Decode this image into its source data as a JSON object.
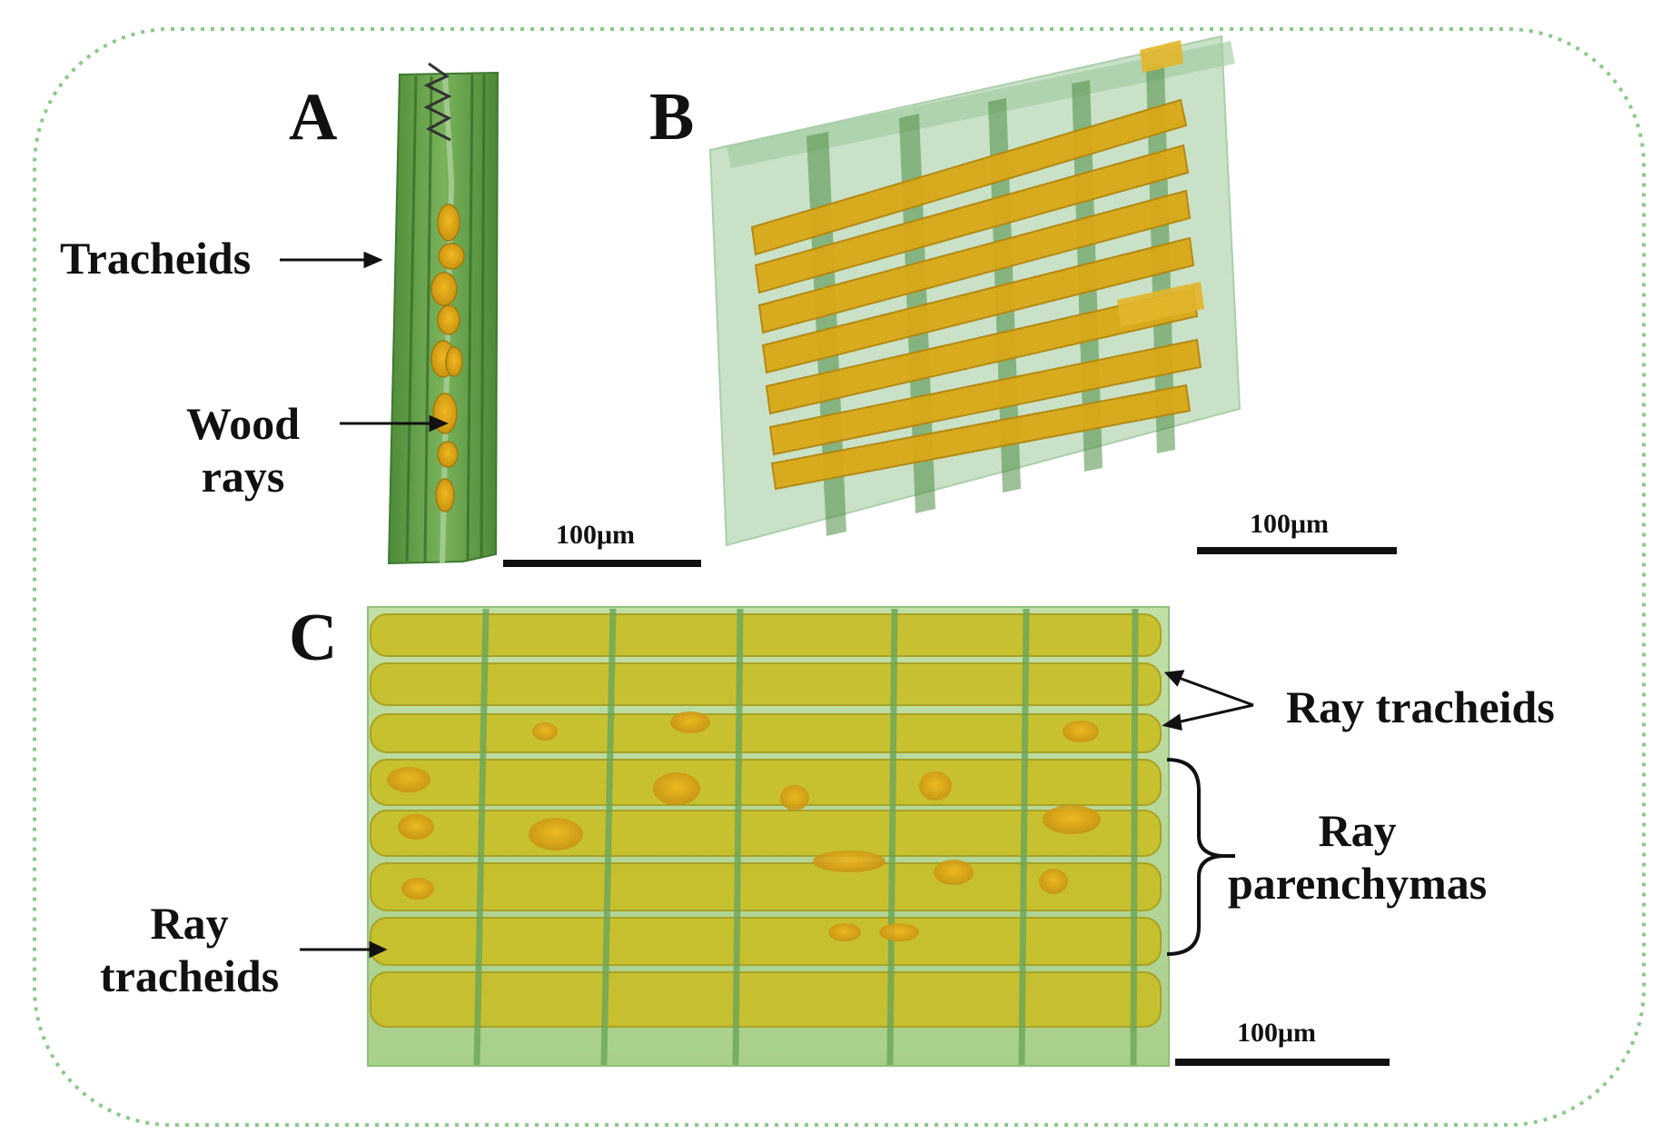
{
  "figure": {
    "colors": {
      "border": "#8cc88c",
      "tracheid_green": "#5e9a46",
      "tracheid_dark": "#3f7a30",
      "translucent_green": "#a8cfa8",
      "ray_gold": "#d8a518",
      "ray_gold_dark": "#b78910",
      "panel_c_green": "#b6d79a",
      "panel_c_yellow": "#c9c22c",
      "scale_bar": "#111111"
    },
    "panels": {
      "a": {
        "letter": "A",
        "tracheids_label": "Tracheids",
        "wood_rays_label": "Wood\nrays",
        "scale_label": "100μm"
      },
      "b": {
        "letter": "B",
        "scale_label": "100μm"
      },
      "c": {
        "letter": "C",
        "ray_tracheids_top_label": "Ray tracheids",
        "ray_parenchymas_label": "Ray\nparenchymas",
        "ray_tracheids_bottom_label": "Ray\ntracheids",
        "scale_label": "100μm"
      }
    }
  }
}
